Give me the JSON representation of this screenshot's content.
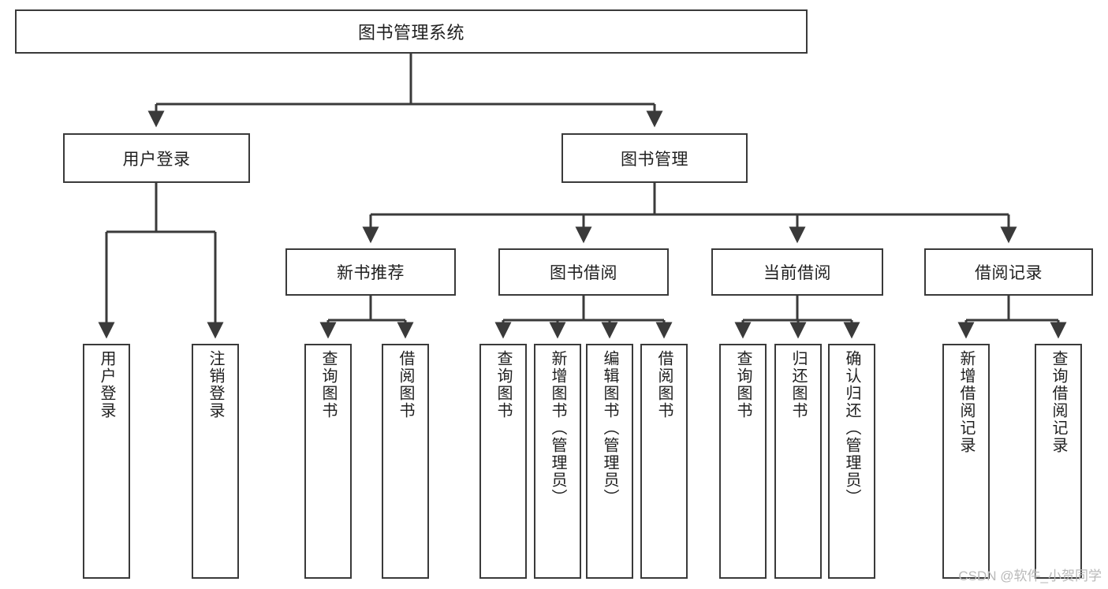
{
  "diagram": {
    "type": "tree-hierarchy",
    "title": "图书管理系统",
    "watermark": "CSDN @软件_小贺同学",
    "colors": {
      "border": "#3a3a3a",
      "background": "#ffffff",
      "text": "#1f1f1f",
      "watermark": "#b9b9b9"
    },
    "levels": {
      "root": {
        "label": "图书管理系统"
      },
      "level2": [
        {
          "label": "用户登录"
        },
        {
          "label": "图书管理"
        }
      ],
      "level3": [
        {
          "label": "新书推荐"
        },
        {
          "label": "图书借阅"
        },
        {
          "label": "当前借阅"
        },
        {
          "label": "借阅记录"
        }
      ],
      "leaves": [
        {
          "label": "用户登录",
          "parent": "用户登录"
        },
        {
          "label": "注销登录",
          "parent": "用户登录"
        },
        {
          "label": "查询图书",
          "parent": "新书推荐"
        },
        {
          "label": "借阅图书",
          "parent": "新书推荐"
        },
        {
          "label": "查询图书",
          "parent": "图书借阅"
        },
        {
          "label": "新增图书（管理员）",
          "parent": "图书借阅"
        },
        {
          "label": "编辑图书（管理员）",
          "parent": "图书借阅"
        },
        {
          "label": "借阅图书",
          "parent": "图书借阅"
        },
        {
          "label": "查询图书",
          "parent": "当前借阅"
        },
        {
          "label": "归还图书",
          "parent": "当前借阅"
        },
        {
          "label": "确认归还（管理员）",
          "parent": "当前借阅"
        },
        {
          "label": "新增借阅记录",
          "parent": "借阅记录"
        },
        {
          "label": "查询借阅记录",
          "parent": "借阅记录"
        }
      ]
    }
  }
}
